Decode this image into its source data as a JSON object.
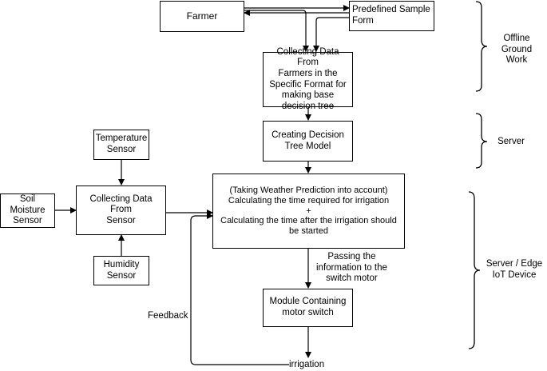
{
  "boxes": {
    "farmer": "Farmer",
    "sample_form": "Predefined Sample\nForm",
    "collect_farmers": "Collecting Data From\nFarmers in the\nSpecific Format for\nmaking base\ndecision tree",
    "decision_tree": "Creating Decision\nTree Model",
    "temperature": "Temperature\nSensor",
    "soil": "Soil\nMoisture\nSensor",
    "collect_sensor": "Collecting Data From\nSensor",
    "humidity": "Humidity\nSensor",
    "calc": "(Taking Weather Prediction into account)\nCalculating the time required for irrigation\n+\nCalculating the time after the irrigation should\nbe started",
    "module": "Module Containing\nmotor switch"
  },
  "labels": {
    "passing": "Passing the\ninformation to the\nswitch motor",
    "feedback": "Feedback",
    "irrigation": "irrigation"
  },
  "stages": {
    "offline": "Offline\nGround\nWork",
    "server": "Server",
    "edge": "Server / Edge\nIoT Device"
  }
}
